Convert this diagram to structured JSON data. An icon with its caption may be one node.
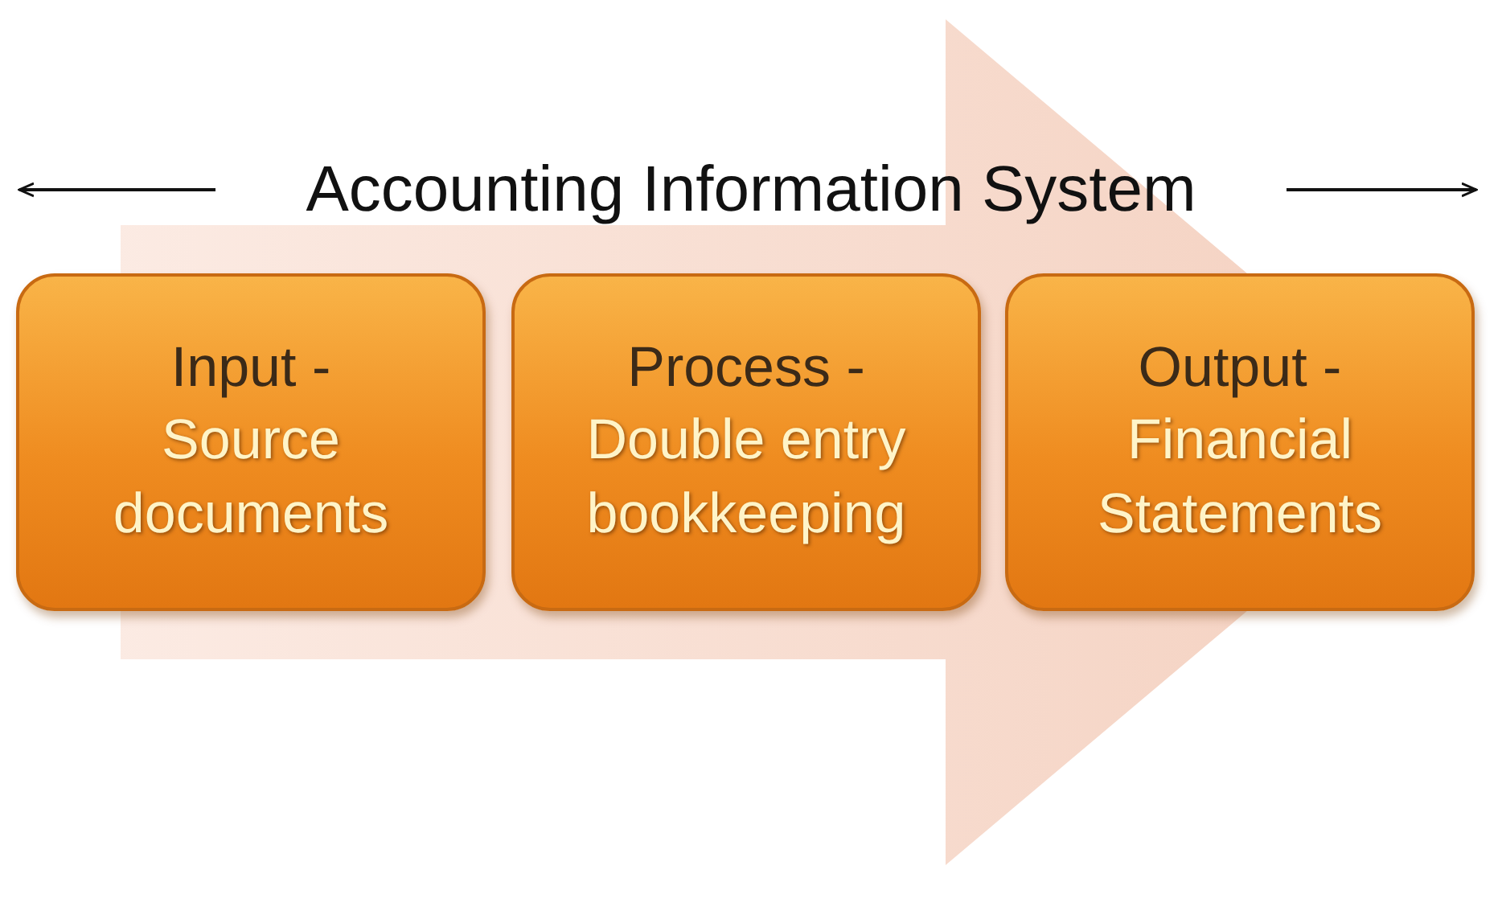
{
  "diagram": {
    "title": "Accounting Information System",
    "nodes": [
      {
        "text": [
          "Input -",
          "Source documents"
        ]
      },
      {
        "text": [
          "Process -",
          "Double entry bookkeeping"
        ]
      },
      {
        "text": [
          "Output -",
          "Financial Statements"
        ]
      }
    ],
    "edges": [
      {
        "from": 0,
        "to": 2,
        "arrow": "to",
        "style": "thick"
      }
    ]
  }
}
